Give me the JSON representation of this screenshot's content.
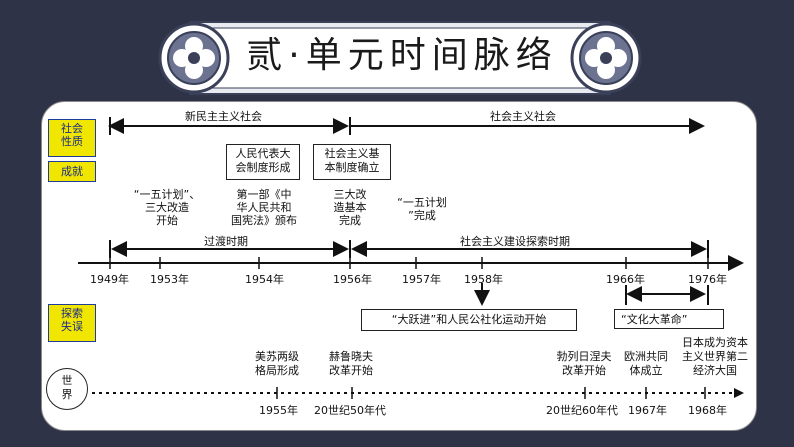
{
  "title": "贰·单元时间脉络",
  "tags": {
    "society": "社会\n性质",
    "achievement": "成就",
    "explore": "探索\n失误"
  },
  "periods": {
    "new_democratic": "新民主主义社会",
    "socialist": "社会主义社会",
    "transition": "过渡时期",
    "exploration": "社会主义建设探索时期"
  },
  "boxes": {
    "people_congress": "人民代表大\n会制度形成",
    "socialist_system": "社会主义基\n本制度确立",
    "great_leap": "“大跃进”和人民公社化运动开始",
    "cultural_rev": "“文化大革命”"
  },
  "achievements": {
    "plan_start": "“一五计划”、\n三大改造\n开始",
    "constitution": "第一部《中\n华人民共和\n国宪法》颁布",
    "reform_done": "三大改\n造基本\n完成",
    "plan_done": "“一五计划\n”完成"
  },
  "years": [
    "1949年",
    "1953年",
    "1954年",
    "1956年",
    "1957年",
    "1958年",
    "1966年",
    "1976年"
  ],
  "world": {
    "label": "世\n界",
    "events": [
      "美苏两级\n格局形成",
      "赫鲁晓夫\n改革开始",
      "勃列日涅夫\n改革开始",
      "欧洲共同\n体成立",
      "日本成为资本\n主义世界第二\n经济大国"
    ],
    "dates": [
      "1955年",
      "20世纪50年代",
      "20世纪60年代",
      "1967年",
      "1968年"
    ]
  }
}
